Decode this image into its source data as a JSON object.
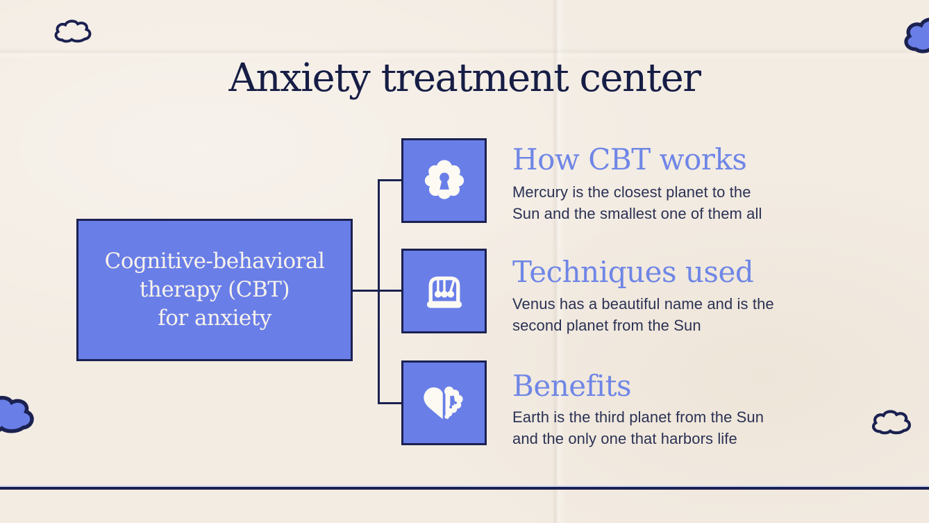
{
  "slide": {
    "title": "Anxiety treatment center"
  },
  "diagram": {
    "root": {
      "label": "Cognitive-behavioral\ntherapy (CBT)\nfor anxiety"
    },
    "branches": [
      {
        "icon": "brain-lock-icon",
        "heading": "How CBT works",
        "body": "Mercury is the closest planet to the\nSun and the smallest one of them all"
      },
      {
        "icon": "newtons-cradle-icon",
        "heading": "Techniques used",
        "body": "Venus has a beautiful name and is the\nsecond planet from the Sun"
      },
      {
        "icon": "heart-brain-icon",
        "heading": "Benefits",
        "body": "Earth is the third planet from the Sun\nand the only one that harbors life"
      }
    ]
  },
  "decorations": {
    "clouds": [
      {
        "name": "cloud-icon",
        "position": "top-left",
        "style": "outline"
      },
      {
        "name": "cloud-icon",
        "position": "top-right",
        "style": "filled"
      },
      {
        "name": "cloud-icon",
        "position": "bottom-left",
        "style": "filled"
      },
      {
        "name": "cloud-icon",
        "position": "bottom-right",
        "style": "outline"
      }
    ]
  },
  "colors": {
    "background": "#f3ece3",
    "navy": "#1b2150",
    "title_navy": "#161d45",
    "accent_blue": "#697ee7",
    "heading_blue": "#6f86e6",
    "body_text": "#2b3154",
    "box_text": "#f8f3ec"
  }
}
